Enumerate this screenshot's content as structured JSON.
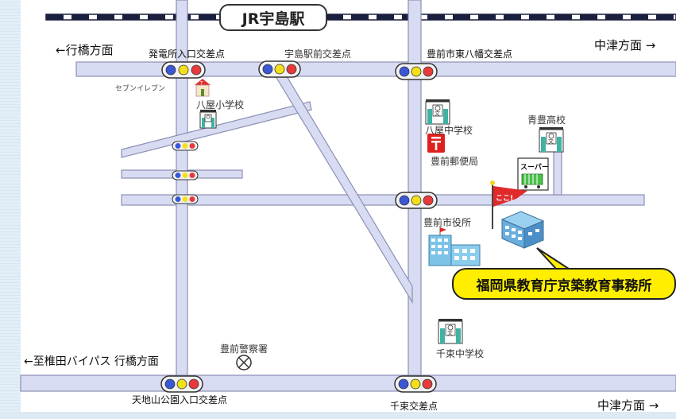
{
  "station": {
    "name": "JR宇島駅"
  },
  "directions": {
    "west_top": "←行橋方面",
    "east_top": "中津方面 →",
    "west_bottom": "←至椎田バイパス 行橋方面",
    "east_bottom": "中津方面 →"
  },
  "junctions": {
    "hatsudensho": "発電所入口交差点",
    "ukashima_ekimae": "宇島駅前交差点",
    "buzen_higashi_hachiman": "豊前市東八幡交差点",
    "tenchiyama": "天地山公園入口交差点",
    "sendo": "千束交差点"
  },
  "places": {
    "seven_eleven": "セブンイレブン",
    "hachiya_elementary": "八屋小学校",
    "hachiya_junior_high": "八屋中学校",
    "buzen_post_office": "豊前郵便局",
    "aotoyo_high": "青豊高校",
    "buzen_city_hall": "豊前市役所",
    "buzen_police": "豊前警察署",
    "sendo_junior_high": "千束中学校",
    "supermarket": "スーパー",
    "here_flag": "ここ!"
  },
  "destination": {
    "label": "福岡県教育庁京築教育事務所"
  },
  "colors": {
    "road": "#d8dcf2",
    "road_edge": "#8c8fb4",
    "signal_red": "#e83a3a",
    "signal_yellow": "#f4e01a",
    "signal_blue": "#3a57d6",
    "callout": "#ffee00"
  },
  "icons": {
    "school": "school-icon",
    "post_office": "post-office-icon",
    "convenience_store": "convenience-store-icon",
    "police": "police-icon",
    "city_hall": "city-hall-icon",
    "office": "office-building-icon",
    "flag": "flag-icon",
    "supermarket": "supermarket-icon",
    "traffic_signal": "traffic-signal-icon"
  }
}
